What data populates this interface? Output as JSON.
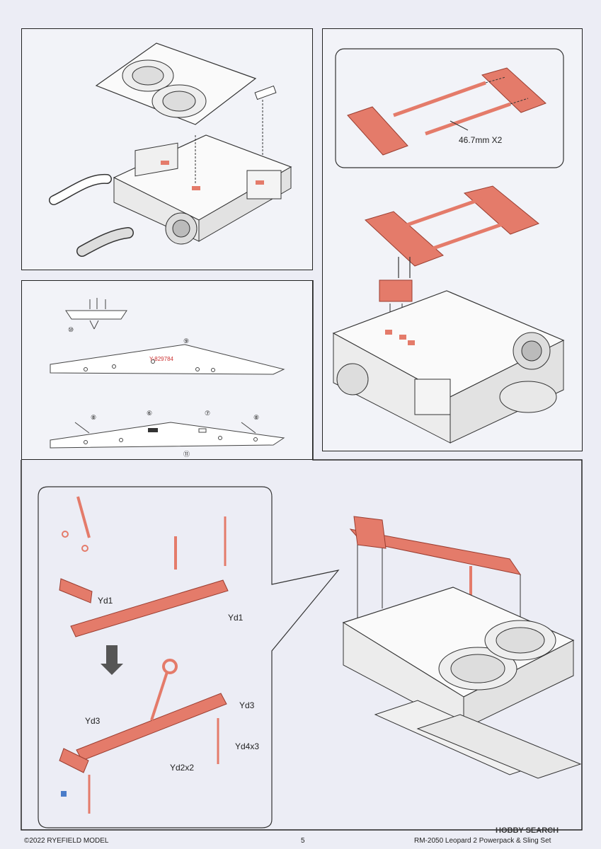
{
  "labels": {
    "rod_length": "46.7mm X2",
    "yd1_left": "Yd1",
    "yd1_right": "Yd1",
    "yd3_left": "Yd3",
    "yd3_right": "Yd3",
    "yd4x3": "Yd4x3",
    "yd2x2": "Yd2x2"
  },
  "decal_text": "Y-829784",
  "callouts": [
    "⑩",
    "⑨",
    "⑧",
    "⑥",
    "⑦",
    "⑧",
    "⑪"
  ],
  "footer": {
    "copyright": "©2022 RYEFIELD MODEL",
    "page_number": "5",
    "product": "RM-2050 Leopard 2 Powerpack & Sling Set"
  },
  "watermark": "HOBBY SEARCH",
  "colors": {
    "part_red": "#e47b6a",
    "line": "#222222",
    "panel_bg": "#f2f3f8"
  }
}
